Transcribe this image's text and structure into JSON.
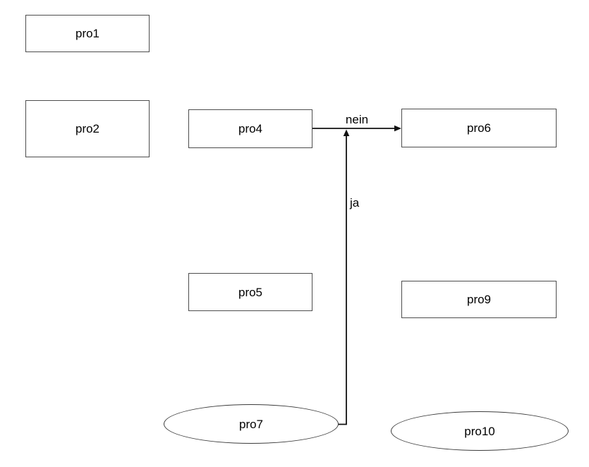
{
  "diagram": {
    "background_color": "#ffffff",
    "box_border_color": "#4d4d4d",
    "ellipse_border_color": "#3c3c3c",
    "arrow_color": "#111111",
    "text_color": "#000000",
    "nodes": {
      "pro1": {
        "label": "pro1",
        "shape": "rect"
      },
      "pro2": {
        "label": "pro2",
        "shape": "rect"
      },
      "pro4": {
        "label": "pro4",
        "shape": "rect"
      },
      "pro5": {
        "label": "pro5",
        "shape": "rect"
      },
      "pro6": {
        "label": "pro6",
        "shape": "rect"
      },
      "pro9": {
        "label": "pro9",
        "shape": "rect"
      },
      "pro7": {
        "label": "pro7",
        "shape": "ellipse"
      },
      "pro10": {
        "label": "pro10",
        "shape": "ellipse"
      }
    },
    "edges": {
      "nein": {
        "label": "nein",
        "from": "pro4",
        "to": "pro6",
        "direction": "right"
      },
      "ja": {
        "label": "ja",
        "from": "pro7",
        "to": "nein-edge",
        "direction": "up"
      }
    }
  }
}
